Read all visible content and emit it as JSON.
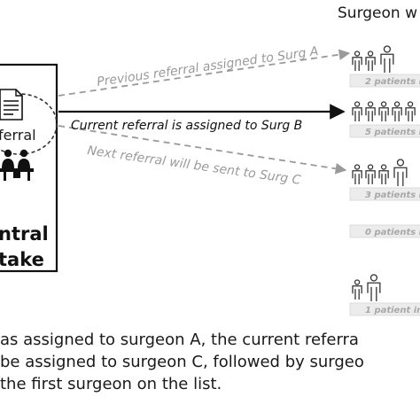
{
  "diagram": {
    "header": "Surgeon w",
    "intake": {
      "icon": "referral-document-icon",
      "referral_label": "ferral",
      "staff_icon": "intake-staff-icon",
      "line1": "ntral",
      "line2": "take"
    },
    "arrows": [
      {
        "label": "Previous referral assigned to Surg A",
        "style": "dashed",
        "color": "#9a9a9a"
      },
      {
        "label": "Current referral is assigned to Surg B",
        "style": "solid",
        "color": "#111111"
      },
      {
        "label": "Next referral will be sent to Surg C",
        "style": "dashed",
        "color": "#9a9a9a"
      }
    ],
    "surgeons": [
      {
        "queue_label": "2 patients i",
        "patients": 2
      },
      {
        "queue_label": "5 patients i",
        "patients": 5
      },
      {
        "queue_label": "3 patients i",
        "patients": 3
      },
      {
        "queue_label": "0 patients i",
        "patients": 0
      },
      {
        "queue_label": "1 patient in",
        "patients": 1
      }
    ],
    "icons": {
      "person": "person-icon",
      "surgeon": "surgeon-icon",
      "queue": "queue-bar"
    }
  },
  "caption": {
    "lines": [
      "as assigned to surgeon A,  the current referra",
      "be assigned to surgeon C, followed by surgeo",
      "the first surgeon on the list."
    ]
  }
}
